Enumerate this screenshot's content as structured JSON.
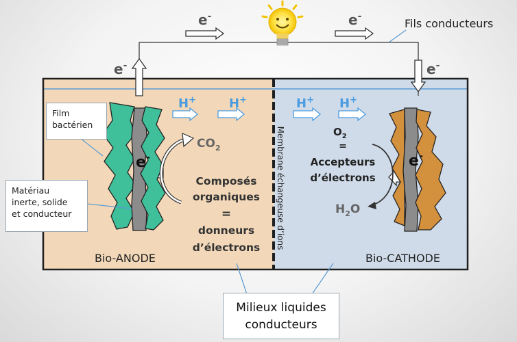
{
  "labels": {
    "fils_conducteurs": "Fils conducteurs",
    "electron": "e",
    "electron_sup": "-",
    "proton": "H",
    "proton_sup": "+",
    "co2_main": "CO",
    "co2_sub": "2",
    "o2_main": "O",
    "o2_sub": "2",
    "o2_eq": "=",
    "accepteurs_line1": "Accepteurs",
    "accepteurs_line2": "d’électrons",
    "h2o_h": "H",
    "h2o_sub": "2",
    "h2o_o": "O",
    "composes_line1": "Composés",
    "composes_line2": "organiques",
    "composes_eq": "=",
    "composes_line3": "donneurs",
    "composes_line4": "d’électrons",
    "membrane": "Membrane échangeuse d’ions",
    "bio_anode": "Bio-ANODE",
    "bio_cathode": "Bio-CATHODE",
    "film_line1": "Film",
    "film_line2": "bactérien",
    "materiau_line1": "Matériau",
    "materiau_line2": "inerte, solide",
    "materiau_line3": "et conducteur",
    "milieux_line1": "Milieux liquides",
    "milieux_line2": "conducteurs"
  },
  "colors": {
    "anode_bg": "#f2d8b8",
    "cathode_bg": "#cfdbe9",
    "biofilm_anode": "#3fbf9a",
    "biofilm_cathode": "#d3903d",
    "electrode": "#8c8c8c",
    "proton_blue": "#4a9be0",
    "text_dark": "#333333"
  },
  "icons": [
    "light-bulb-icon",
    "electron-flow-arrow-icon",
    "proton-flow-arrow-icon",
    "curved-reaction-arrow-icon"
  ]
}
